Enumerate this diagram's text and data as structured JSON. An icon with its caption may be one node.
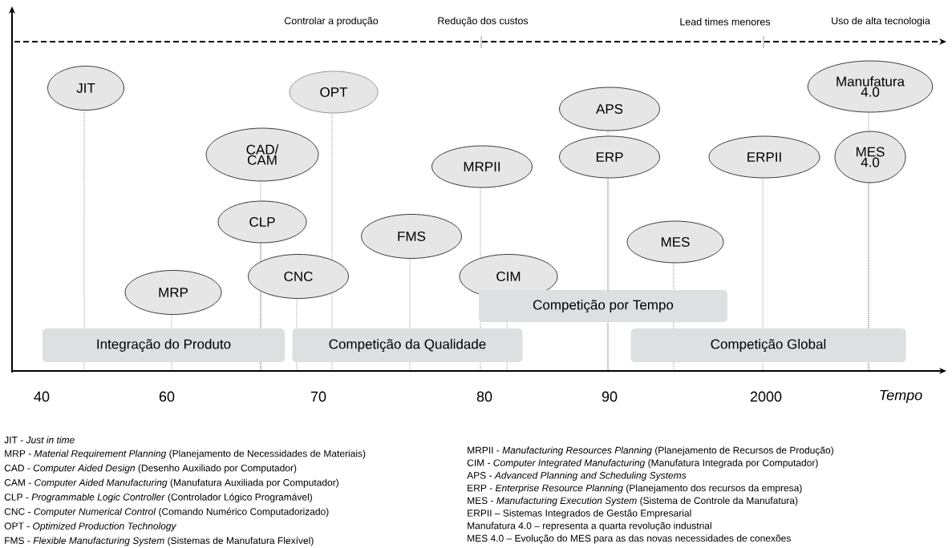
{
  "diagram": {
    "nodes": [
      {
        "text": [
          "JIT"
        ]
      },
      {
        "text": [
          "OPT"
        ]
      },
      {
        "text": [
          "Manufatura 4.0"
        ]
      },
      {
        "text": [
          "APS"
        ]
      },
      {
        "text": [
          "CAD/ CAM"
        ]
      },
      {
        "text": [
          "MRPII"
        ]
      },
      {
        "text": [
          "ERP"
        ]
      },
      {
        "text": [
          "ERPII"
        ]
      },
      {
        "text": [
          "MES 4.0"
        ]
      },
      {
        "text": [
          "CLP"
        ]
      },
      {
        "text": [
          "FMS"
        ]
      },
      {
        "text": [
          "MES"
        ]
      },
      {
        "text": [
          "CNC"
        ]
      },
      {
        "text": [
          "CIM"
        ]
      },
      {
        "text": [
          "MRP"
        ]
      },
      {
        "text": [
          "Competição por Tempo"
        ]
      },
      {
        "text": [
          "Integração do Produto"
        ]
      },
      {
        "text": [
          "Competição da Qualidade"
        ]
      },
      {
        "text": [
          "Competição Global"
        ]
      }
    ],
    "labels": [
      "Controlar a produção",
      "Redução dos custos",
      "Lead times menores",
      "Uso de alta tecnologia",
      "40",
      "60",
      "70",
      "80",
      "90",
      "2000",
      "Tempo",
      "JIT - *Just in time*",
      "MRP - *Material Requirement Planning* (Planejamento de Necessidades de Materiais)",
      "CAD - *Computer Aided Design* (Desenho Auxiliado por Computador)",
      "CAM - *Computer Aided Manufacturing* (Manufatura Auxiliada por Computador)",
      "CLP - *Programmable Logic Controller* (Controlador Lógico Programável)",
      "CNC - *Computer Numerical Control* (Comando Numérico Computadorizado)",
      "OPT - *Optimized Production Technology*",
      "FMS - *Flexible Manufacturing System* (Sistemas de Manufatura Flexível)",
      "MRPII - *Manufacturing Resources Planning* (Planejamento de Recursos de Produção)",
      "CIM - *Computer Integrated Manufacturing* (Manufatura Integrada por Computador)",
      "APS - *Advanced Planning and Scheduling Systems*",
      "ERP - *Enterprise Resource Planning* (Planejamento dos recursos da empresa)",
      "MES - *Manufacturing Execution System* (Sistema de Controle da Manufatura)",
      "ERPII – Sistemas Integrados de Gestão Empresarial",
      "Manufatura 4.0 – representa a quarta revolução industrial",
      "MES 4.0 – Evolução do MES para as das novas necessidades de conexões"
    ]
  }
}
